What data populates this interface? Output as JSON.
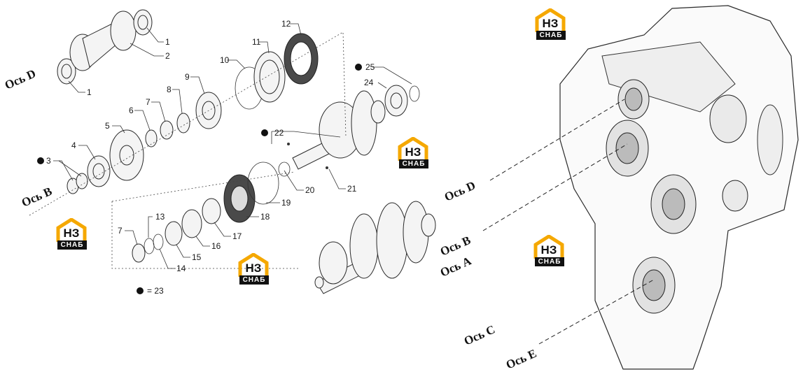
{
  "brand": {
    "logo_top": "НЗ",
    "logo_bottom": "СНАБ",
    "colors": {
      "accent": "#f5a800",
      "ink": "#111111"
    }
  },
  "axes": {
    "d_left": "Ось D",
    "b_left": "Ось B",
    "d_right": "Ось D",
    "b_right": "Ось B",
    "a_right": "Ось A",
    "c_right": "Ось C",
    "e_right": "Ось E"
  },
  "legend": {
    "text": "= 23"
  },
  "callouts": [
    "1",
    "1",
    "2",
    "3",
    "4",
    "5",
    "6",
    "7",
    "8",
    "9",
    "10",
    "11",
    "12",
    "13",
    "14",
    "15",
    "16",
    "17",
    "18",
    "19",
    "20",
    "21",
    "22",
    "24",
    "25",
    "7"
  ]
}
